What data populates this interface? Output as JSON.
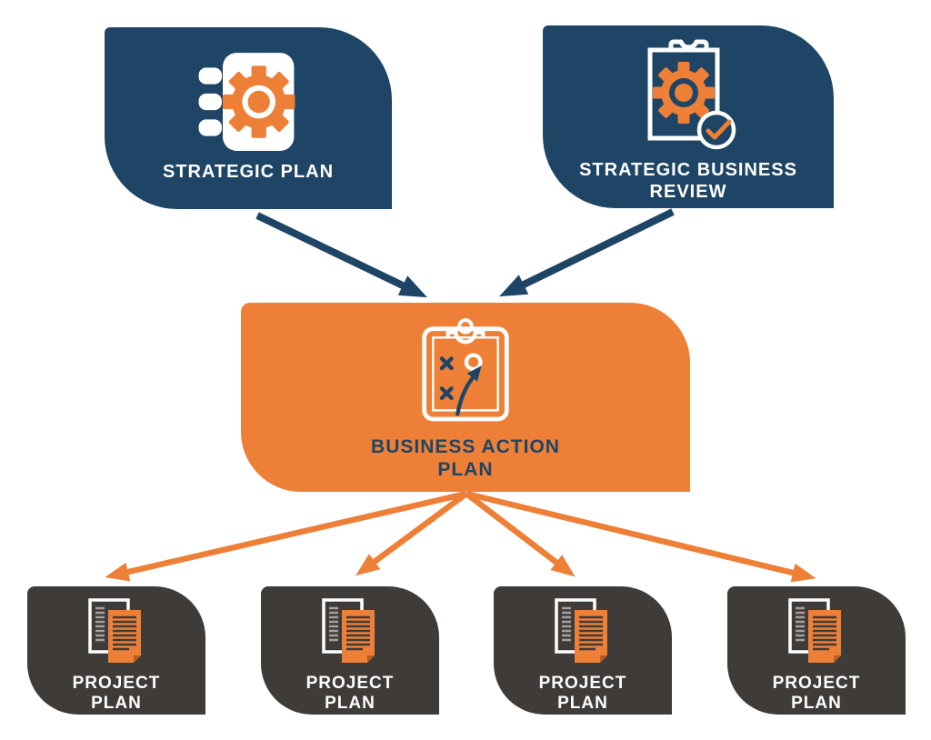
{
  "colors": {
    "navy": "#1F4566",
    "orange": "#EE7F36",
    "dark_gray": "#3E3B39",
    "white": "#FFFFFF"
  },
  "nodes": {
    "strategic_plan": {
      "label": "STRATEGIC PLAN",
      "icon": "notebook-gear-icon"
    },
    "strategic_business_review": {
      "label": "STRATEGIC BUSINESS REVIEW",
      "icon": "clipboard-gear-check-icon"
    },
    "business_action_plan": {
      "label": "BUSINESS ACTION PLAN",
      "icon": "strategy-clipboard-icon"
    },
    "project_plans": [
      {
        "label": "PROJECT PLAN",
        "icon": "documents-icon"
      },
      {
        "label": "PROJECT PLAN",
        "icon": "documents-icon"
      },
      {
        "label": "PROJECT PLAN",
        "icon": "documents-icon"
      },
      {
        "label": "PROJECT PLAN",
        "icon": "documents-icon"
      }
    ]
  },
  "edges": [
    {
      "from": "strategic_plan",
      "to": "business_action_plan",
      "color": "navy"
    },
    {
      "from": "strategic_business_review",
      "to": "business_action_plan",
      "color": "navy"
    },
    {
      "from": "business_action_plan",
      "to": "project_plan_1",
      "color": "orange"
    },
    {
      "from": "business_action_plan",
      "to": "project_plan_2",
      "color": "orange"
    },
    {
      "from": "business_action_plan",
      "to": "project_plan_3",
      "color": "orange"
    },
    {
      "from": "business_action_plan",
      "to": "project_plan_4",
      "color": "orange"
    }
  ]
}
